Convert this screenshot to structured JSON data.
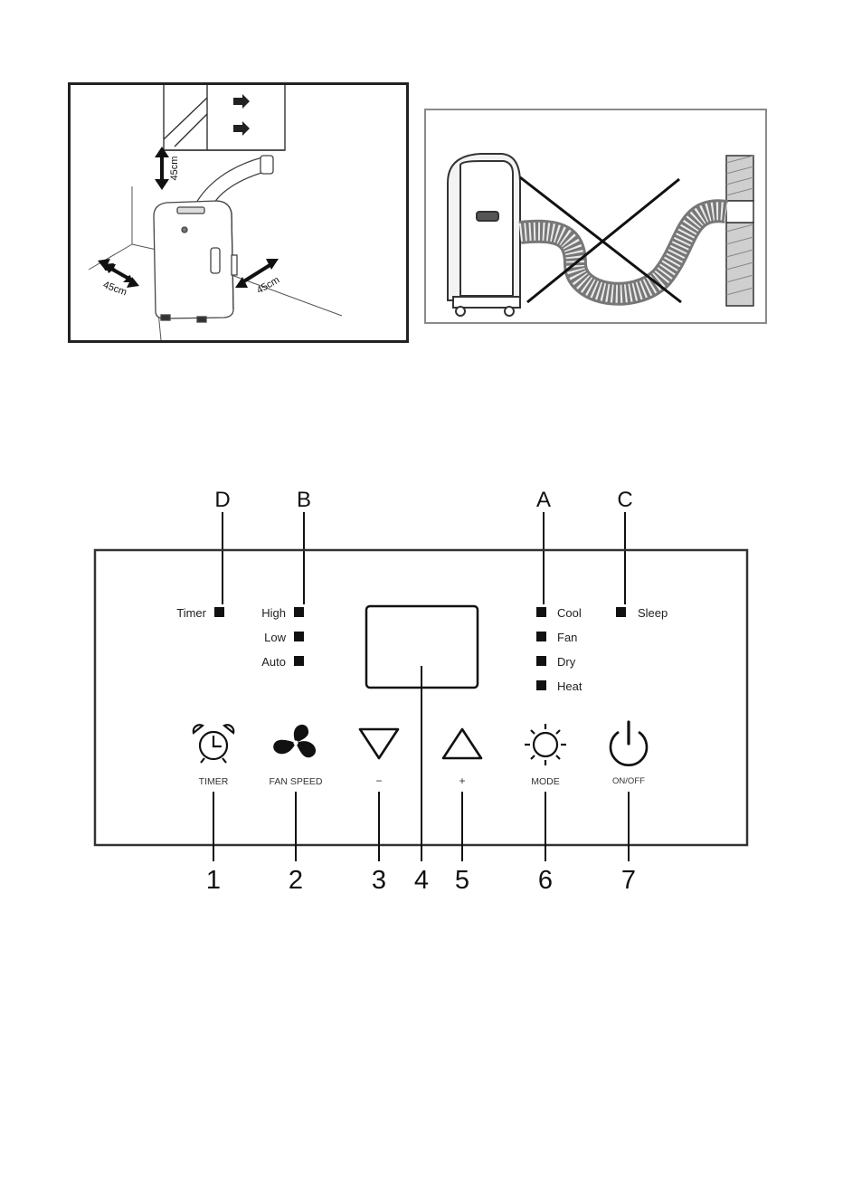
{
  "figure_clearance": {
    "clearance_labels": [
      "45cm",
      "45cm",
      "45cm"
    ]
  },
  "figure_hose": {
    "icon": "wrong-hose-routing-crossed-out"
  },
  "control_panel": {
    "callout_letters": {
      "d": "D",
      "b": "B",
      "a": "A",
      "c": "C"
    },
    "timer_indicator": "Timer",
    "fan_indicators": [
      "High",
      "Low",
      "Auto"
    ],
    "mode_indicators": [
      "Cool",
      "Fan",
      "Dry",
      "Heat"
    ],
    "sleep_indicator": "Sleep",
    "buttons": [
      {
        "icon": "alarm-clock-icon",
        "label": "TIMER",
        "number": "1"
      },
      {
        "icon": "fan-icon",
        "label": "FAN SPEED",
        "number": "2"
      },
      {
        "icon": "triangle-down-icon",
        "label": "−",
        "number": "3"
      },
      {
        "icon": "display-screen",
        "label": "",
        "number": "4"
      },
      {
        "icon": "triangle-up-icon",
        "label": "+",
        "number": "5"
      },
      {
        "icon": "sun-mode-icon",
        "label": "MODE",
        "number": "6"
      },
      {
        "icon": "power-icon",
        "label": "ON/OFF",
        "number": "7"
      }
    ]
  }
}
